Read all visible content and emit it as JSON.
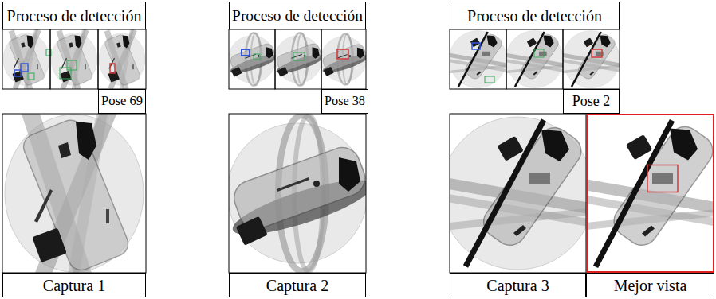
{
  "diagram": {
    "nodes": [
      {
        "text": [
          "Proceso de detección"
        ]
      },
      {
        "text": [
          "Pose 69"
        ]
      },
      {
        "text": [
          "Captura 1"
        ]
      },
      {
        "text": [
          "Proceso de detección"
        ]
      },
      {
        "text": [
          "Pose 38"
        ]
      },
      {
        "text": [
          "Captura 2"
        ]
      },
      {
        "text": [
          "Proceso de detección"
        ]
      },
      {
        "text": [
          "Pose 2"
        ]
      },
      {
        "text": [
          "Captura 3"
        ]
      },
      {
        "text": [
          "Mejor vista"
        ]
      }
    ]
  }
}
